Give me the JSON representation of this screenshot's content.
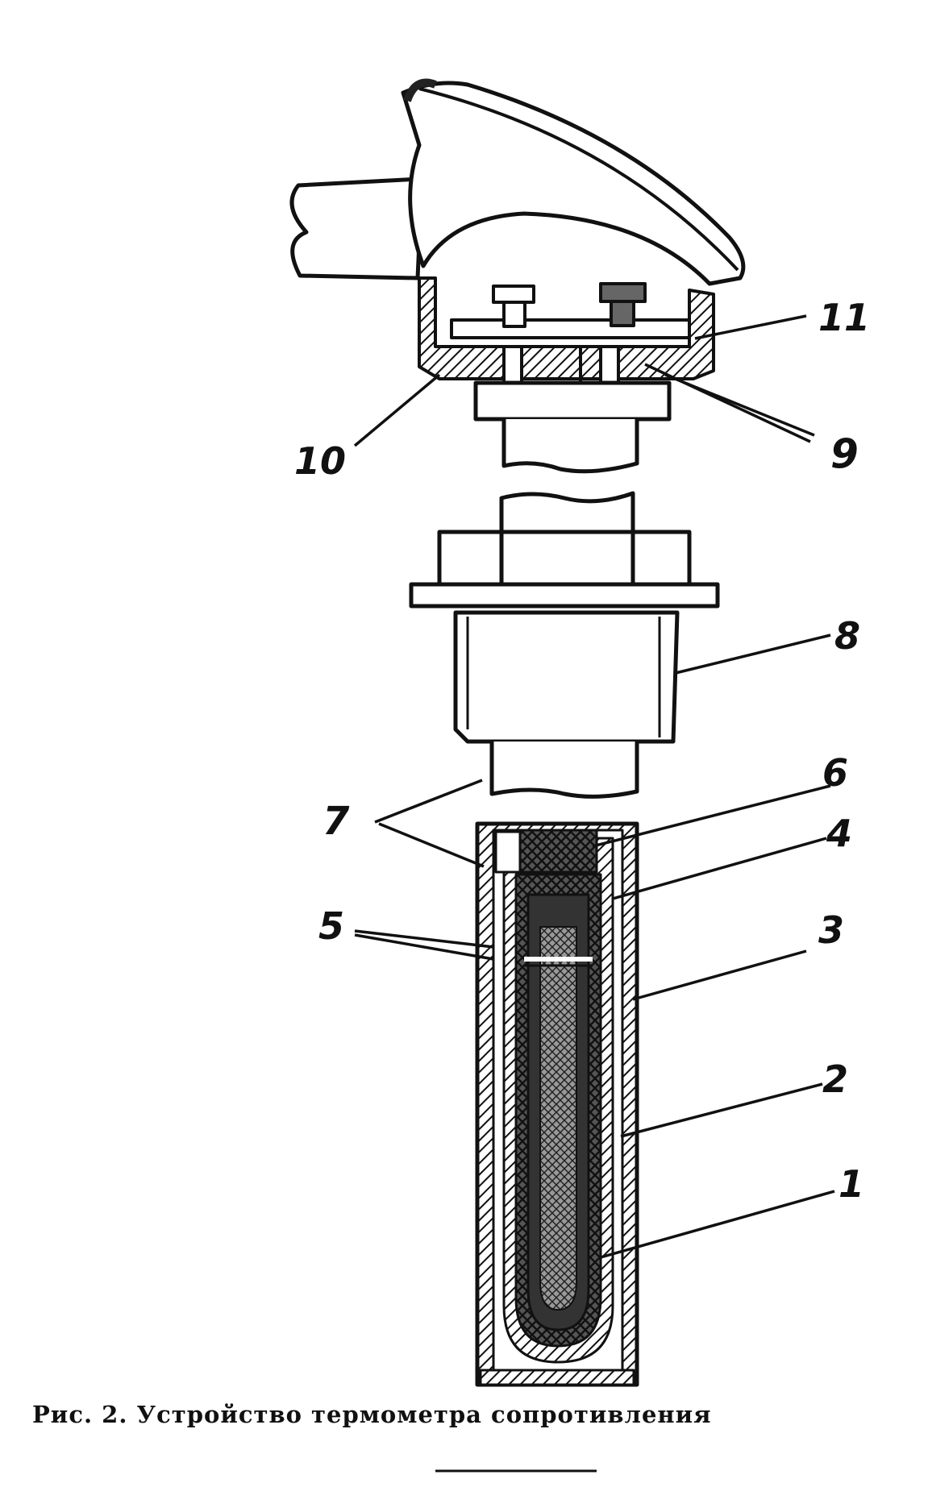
{
  "caption": "Рис. 2. Устройство термометра сопротивления",
  "labels": {
    "l1": "1",
    "l2": "2",
    "l3": "3",
    "l4": "4",
    "l5": "5",
    "l6": "6",
    "l7": "7",
    "l8": "8",
    "l9": "9",
    "l10": "10",
    "l11": "11"
  }
}
